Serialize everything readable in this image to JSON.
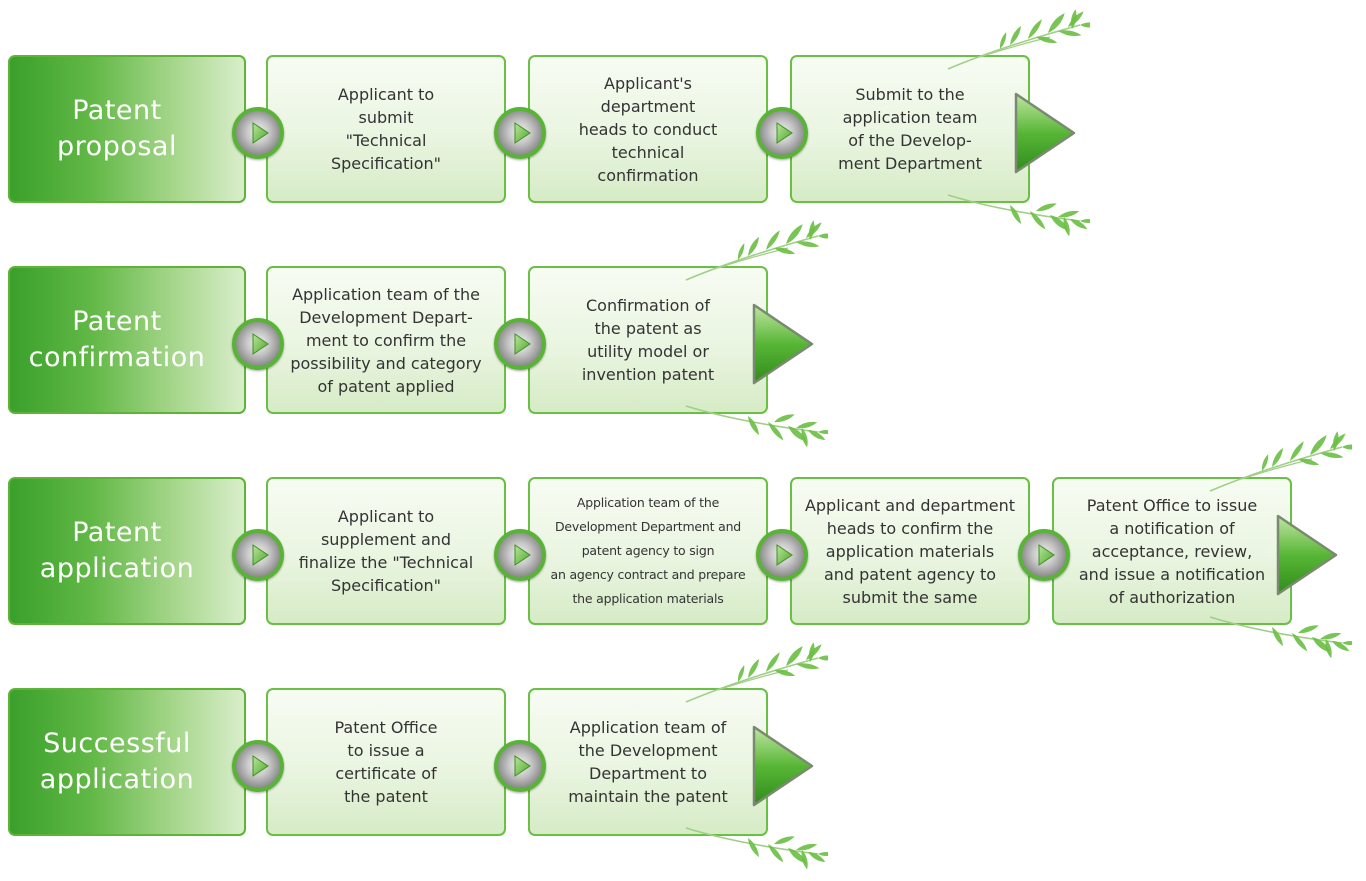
{
  "accent_color": "#5fb336",
  "connector_icon": "play-icon",
  "rows": [
    {
      "stage": "Patent proposal",
      "steps": [
        "Applicant to\nsubmit\n\"Technical\nSpecification\"",
        "Applicant's\ndepartment\nheads to conduct\ntechnical\nconfirmation",
        "Submit to the\napplication team\nof the Develop-\nment Department"
      ]
    },
    {
      "stage": "Patent confirmation",
      "steps": [
        "Application team of the\nDevelopment Depart-\nment to confirm the\npossibility and category\nof patent applied",
        "Confirmation of\nthe patent as\nutility model or\ninvention patent"
      ]
    },
    {
      "stage": "Patent application",
      "steps": [
        "Applicant to\nsupplement and\nfinalize the \"Technical\nSpecification\"",
        "Application team of the\nDevelopment Department and\npatent agency  to sign\nan agency contract and prepare\nthe application materials",
        "Applicant and department\nheads to confirm the\napplication materials\nand patent agency to\nsubmit the same",
        "Patent Office to issue\na notification of\nacceptance, review,\nand issue a notification\nof authorization"
      ]
    },
    {
      "stage": "Successful application",
      "steps": [
        "Patent Office\nto issue a\ncertificate of\nthe patent",
        "Application team of\nthe Development\nDepartment to\nmaintain the patent"
      ]
    }
  ]
}
